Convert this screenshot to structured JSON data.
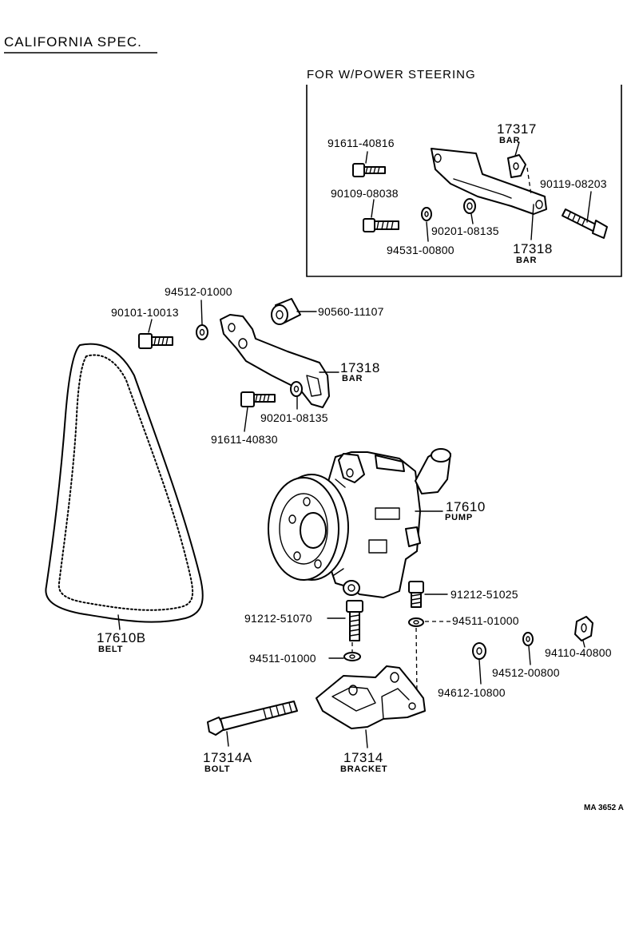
{
  "page_title": "CALIFORNIA  SPEC.",
  "inset_title": "FOR W/POWER STEERING",
  "inset_parts": {
    "p_91611_40816": "91611-40816",
    "p_17317": "17317",
    "p_17317_name": "BAR",
    "p_90119_08203": "90119-08203",
    "p_90109_08038": "90109-08038",
    "p_90201_08135": "90201-08135",
    "p_17318": "17318",
    "p_17318_name": "BAR",
    "p_94531_00800": "94531-00800"
  },
  "main_parts": {
    "p_94512_01000": "94512-01000",
    "p_90101_10013": "90101-10013",
    "p_90560_11107": "90560-11107",
    "p_17318": "17318",
    "p_17318_name": "BAR",
    "p_90201_08135": "90201-08135",
    "p_91611_40830": "91611-40830",
    "p_17610": "17610",
    "p_17610_name": "PUMP",
    "p_17610B": "17610B",
    "p_17610B_name": "BELT",
    "p_91212_51025": "91212-51025",
    "p_91212_51070": "91212-51070",
    "p_94511_01000_a": "94511-01000",
    "p_94511_01000_b": "94511-01000",
    "p_94110_40800": "94110-40800",
    "p_94512_00800": "94512-00800",
    "p_94612_10800": "94612-10800",
    "p_17314A": "17314A",
    "p_17314A_name": "BOLT",
    "p_17314": "17314",
    "p_17314_name": "BRACKET"
  },
  "figure_ref": "MA 3652 A"
}
